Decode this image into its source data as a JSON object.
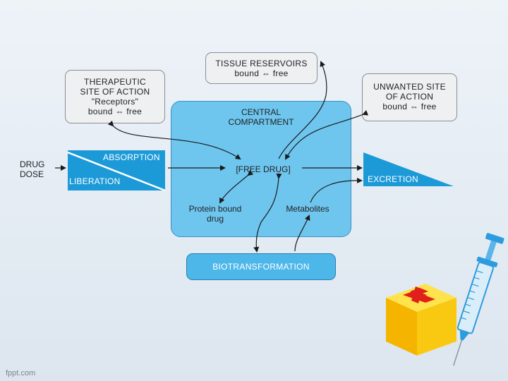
{
  "diagram": {
    "therapeutic": {
      "line1": "THERAPEUTIC",
      "line2": "SITE OF ACTION",
      "line3": "\"Receptors\"",
      "line4": "bound ⇔ free"
    },
    "tissue": {
      "line1": "TISSUE RESERVOIRS",
      "line2": "bound ⇔ free"
    },
    "unwanted": {
      "line1": "UNWANTED SITE",
      "line2": "OF ACTION",
      "line3": "bound ⇔ free"
    },
    "central": {
      "line1": "CENTRAL",
      "line2": "COMPARTMENT"
    },
    "free_drug": "[FREE DRUG]",
    "protein_bound": {
      "line1": "Protein bound",
      "line2": "drug"
    },
    "metabolites": "Metabolites",
    "drug_dose": {
      "line1": "DRUG",
      "line2": "DOSE"
    },
    "absorption": "ABSORPTION",
    "liberation": "LIBERATION",
    "excretion": "EXCRETION",
    "biotransformation": "BIOTRANSFORMATION"
  },
  "footer": "fppt.com",
  "colors": {
    "central_fill": "#6ec6ef",
    "biotrans_fill": "#4db7ea",
    "wedge_fill": "#1c9ad8",
    "gray_box_fill": "#eef0f2"
  },
  "icons": [
    "syringe-icon",
    "medical-kit-icon"
  ]
}
